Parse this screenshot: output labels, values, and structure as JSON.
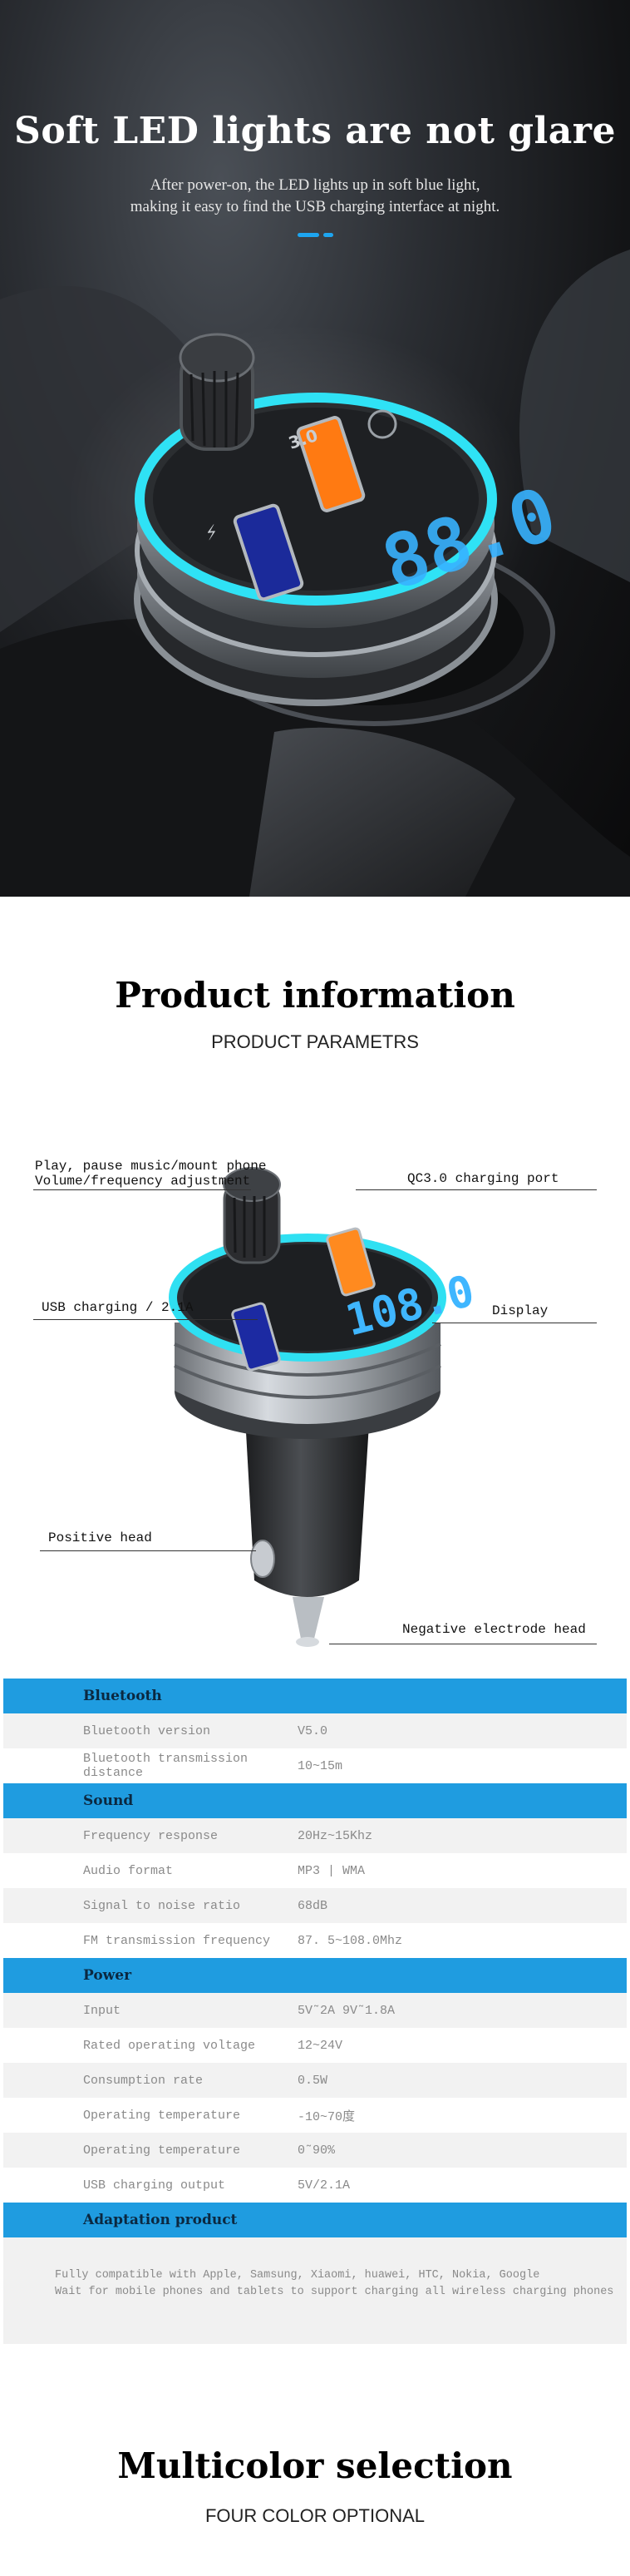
{
  "hero": {
    "title": "Soft LED lights are not glare",
    "subtitle_line1": "After power-on, the LED lights up in soft blue light,",
    "subtitle_line2": "making it easy to find the USB charging interface at night.",
    "accent_color": "#1da5f0",
    "device_display": "88.0",
    "qc_label": "3.0"
  },
  "product_info": {
    "title": "Product information",
    "subtitle": "PRODUCT PARAMETRS",
    "device_display": "108.0",
    "labels": {
      "knob_line1": "Play, pause music/mount phone",
      "knob_line2": "Volume/frequency adjustment",
      "qc_port": "QC3.0 charging port",
      "usb_charging": "USB charging / 2.1A",
      "display": "Display",
      "positive": "Positive head",
      "negative": "Negative electrode head"
    }
  },
  "specs": {
    "bluetooth": {
      "header": "Bluetooth",
      "rows": [
        {
          "k": "Bluetooth version",
          "v": "V5.0"
        },
        {
          "k": "Bluetooth transmission distance",
          "v": "10~15m"
        }
      ]
    },
    "sound": {
      "header": "Sound",
      "rows": [
        {
          "k": "Frequency response",
          "v": "20Hz~15Khz"
        },
        {
          "k": "Audio format",
          "v": "MP3 | WMA"
        },
        {
          "k": "Signal to noise ratio",
          "v": "68dB"
        },
        {
          "k": "FM transmission frequency",
          "v": "87. 5~108.0Mhz"
        }
      ]
    },
    "power": {
      "header": "Power",
      "rows": [
        {
          "k": "Input",
          "v": "5V˜2A  9V˜1.8A"
        },
        {
          "k": "Rated operating voltage",
          "v": "12~24V"
        },
        {
          "k": "Consumption rate",
          "v": "0.5W"
        },
        {
          "k": "Operating temperature",
          "v": "-10~70度"
        },
        {
          "k": "Operating temperature",
          "v": "0˜90%"
        },
        {
          "k": "USB charging output",
          "v": "5V/2.1A"
        }
      ]
    },
    "adaptation": {
      "header": "Adaptation product",
      "line1": "Fully compatible with Apple, Samsung, Xiaomi, huawei, HTC, Nokia, Google",
      "line2": "Wait for mobile phones and tablets to support charging all wireless charging phones"
    }
  },
  "multicolor": {
    "title": "Multicolor selection",
    "subtitle": "FOUR COLOR OPTIONAL"
  }
}
